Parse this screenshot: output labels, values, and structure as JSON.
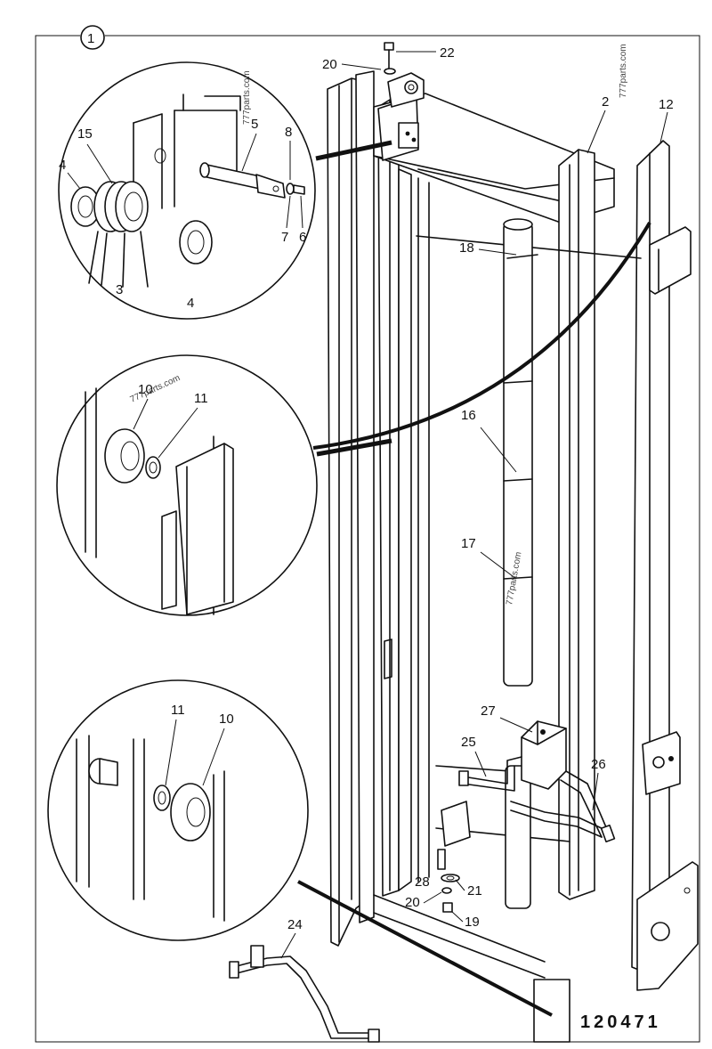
{
  "figure_number": "1",
  "drawing_number": "120471",
  "watermark": "777parts.com",
  "callouts": {
    "c2": "2",
    "c3": "3",
    "c4a": "4",
    "c4b": "4",
    "c5": "5",
    "c6": "6",
    "c7": "7",
    "c8": "8",
    "c10a": "10",
    "c10b": "10",
    "c11a": "11",
    "c11b": "11",
    "c12": "12",
    "c15": "15",
    "c16": "16",
    "c17": "17",
    "c18": "18",
    "c19": "19",
    "c20a": "20",
    "c20b": "20",
    "c21": "21",
    "c22": "22",
    "c24": "24",
    "c25": "25",
    "c26": "26",
    "c27": "27",
    "c28": "28"
  }
}
